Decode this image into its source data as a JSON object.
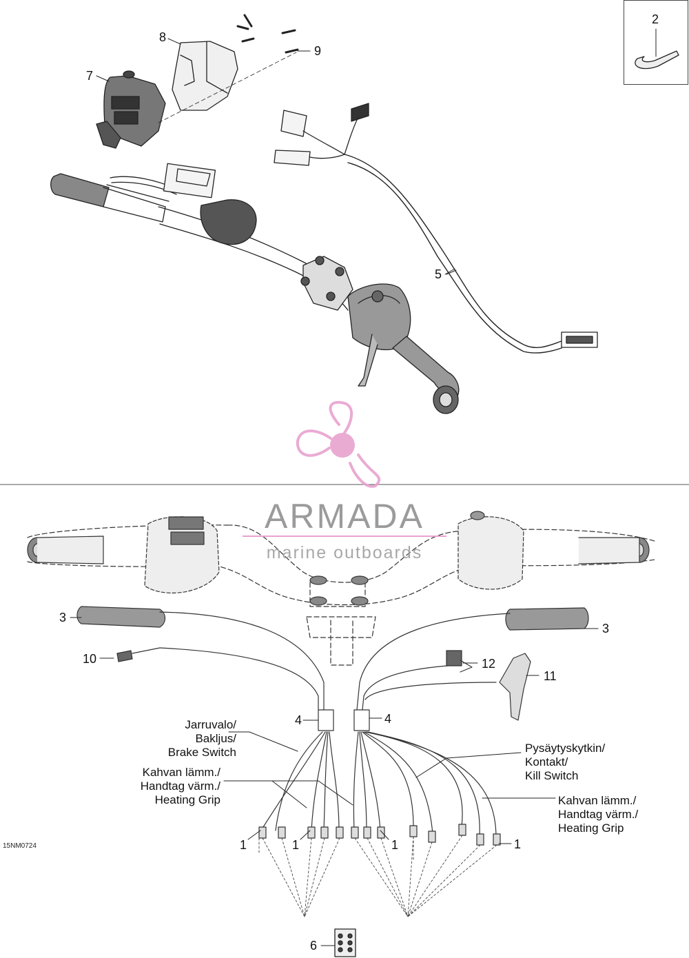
{
  "callouts": {
    "c1a": "1",
    "c1b": "1",
    "c1c": "1",
    "c1d": "1",
    "c2": "2",
    "c3a": "3",
    "c3b": "3",
    "c4a": "4",
    "c4b": "4",
    "c5": "5",
    "c6": "6",
    "c7": "7",
    "c8": "8",
    "c9": "9",
    "c10": "10",
    "c11": "11",
    "c12": "12"
  },
  "labels": {
    "brake_switch": [
      "Jarruvalo/",
      "Bakljus/",
      "Brake Switch"
    ],
    "heating_grip_left": [
      "Kahvan lämm./",
      "Handtag värm./",
      "Heating Grip"
    ],
    "kill_switch": [
      "Pysäytyskytkin/",
      "Kontakt/",
      "Kill Switch"
    ],
    "heating_grip_right": [
      "Kahvan lämm./",
      "Handtag värm./",
      "Heating Grip"
    ]
  },
  "doc_id": "15NM0724",
  "watermark": {
    "title": "ARMADA",
    "subtitle": "marine outboards",
    "logo_icon": "propeller-logo-icon",
    "accent_color": "#e8a2cf"
  }
}
